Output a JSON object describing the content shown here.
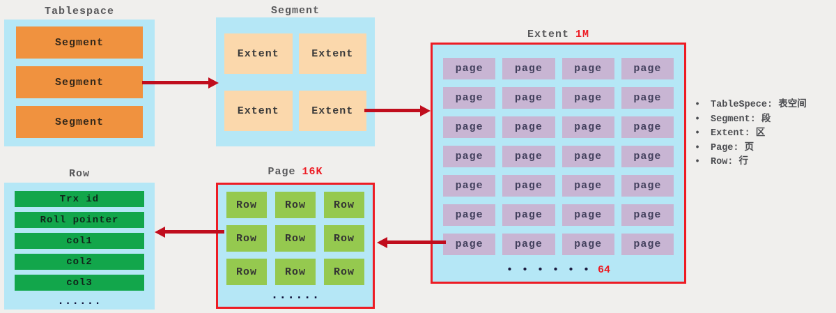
{
  "colors": {
    "background": "#f0efed",
    "container_blue": "#b5e7f6",
    "segment_orange": "#f0923f",
    "extent_peach": "#fbd8ac",
    "page_purple": "#c8b5d3",
    "row_green": "#12a64b",
    "row_light_green": "#95c94f",
    "accent_red": "#ed1c24",
    "arrow_red": "#c00d1d",
    "title_gray": "#58585a"
  },
  "tablespace": {
    "title": "Tablespace",
    "segments": [
      "Segment",
      "Segment",
      "Segment"
    ]
  },
  "segment": {
    "title": "Segment",
    "extents": [
      "Extent",
      "Extent",
      "Extent",
      "Extent"
    ]
  },
  "extent": {
    "title": "Extent",
    "size_label": "1M",
    "page_label": "page",
    "page_count": 28,
    "grid": {
      "rows": 7,
      "cols": 4
    },
    "ellipsis": "• • • • • •",
    "total_label": "64"
  },
  "page": {
    "title": "Page",
    "size_label": "16K",
    "row_label": "Row",
    "row_count": 9,
    "grid": {
      "rows": 3,
      "cols": 3
    },
    "ellipsis": "......"
  },
  "row": {
    "title": "Row",
    "fields": [
      "Trx id",
      "Roll pointer",
      "col1",
      "col2",
      "col3"
    ],
    "ellipsis": "......"
  },
  "legend": {
    "bullet": "•",
    "items": [
      "TableSpece: 表空间",
      "Segment: 段",
      "Extent: 区",
      "Page: 页",
      "Row: 行"
    ]
  }
}
